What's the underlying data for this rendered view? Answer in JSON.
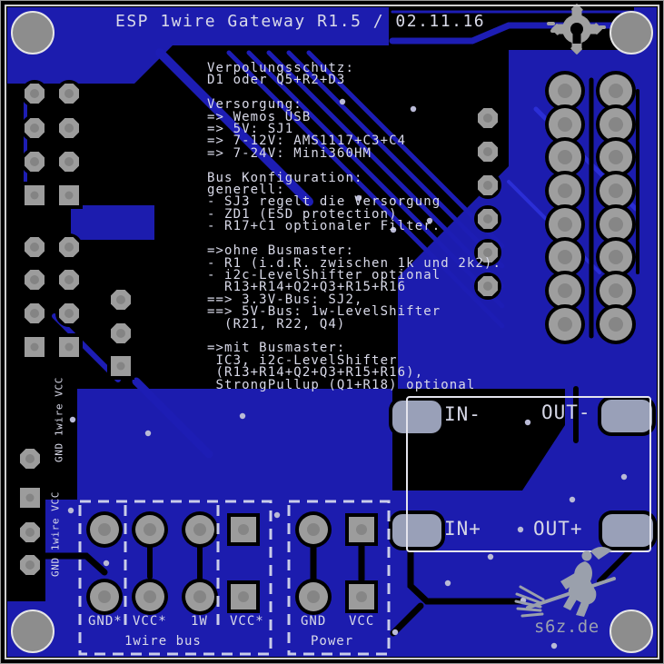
{
  "board": {
    "title": "ESP 1wire Gateway R1.5 / 02.11.16",
    "notes": "Verpolungsschutz:\nD1 oder Q5+R2+D3\n\nVersorgung:\n=> Wemos USB\n=> 5V: SJ1\n=> 7-12V: AMS1117+C3+C4\n=> 7-24V: Mini360HM\n\nBus Konfiguration:\ngenerell:\n- SJ3 regelt die Versorgung\n- ZD1 (ESD protection)\n- R17+C1 optionaler Filter.\n\n=>ohne Busmaster:\n- R1 (i.d.R. zwischen 1k und 2k2).\n- i2c-LevelShifter optional\n  R13+R14+Q2+Q3+R15+R16\n==> 3.3V-Bus: SJ2,\n==> 5V-Bus: 1w-LevelShifter\n  (R21, R22, Q4)\n\n=>mit Busmaster:\n IC3, i2c-LevelShifter\n (R13+R14+Q2+Q3+R15+R16),\n StrongPullup (Q1+R18) optional",
    "module": {
      "in_minus": "IN-",
      "out_minus": "OUT-",
      "in_plus": "IN+",
      "out_plus": "OUT+"
    },
    "connectors": {
      "onewire": {
        "caption": "1wire bus",
        "pins": [
          "GND*",
          "VCC*",
          "1W",
          "VCC*"
        ]
      },
      "power": {
        "caption": "Power",
        "pins": [
          "GND",
          "VCC"
        ]
      }
    },
    "side_labels": {
      "upper": "GND 1wire VCC",
      "lower": "GND 1wire VCC"
    },
    "logo_text": "s6z.de",
    "icons": [
      "gear-logo-icon",
      "witch-logo-icon"
    ],
    "colors": {
      "board_blue": "#1c1cae",
      "trace_highlight": "#2b2ed6",
      "silkscreen": "#d9dae9",
      "pad_gray": "#9c9c9c",
      "module_pad": "#99a0b8",
      "logo_gray": "#9aa0af",
      "background": "#000000"
    }
  }
}
